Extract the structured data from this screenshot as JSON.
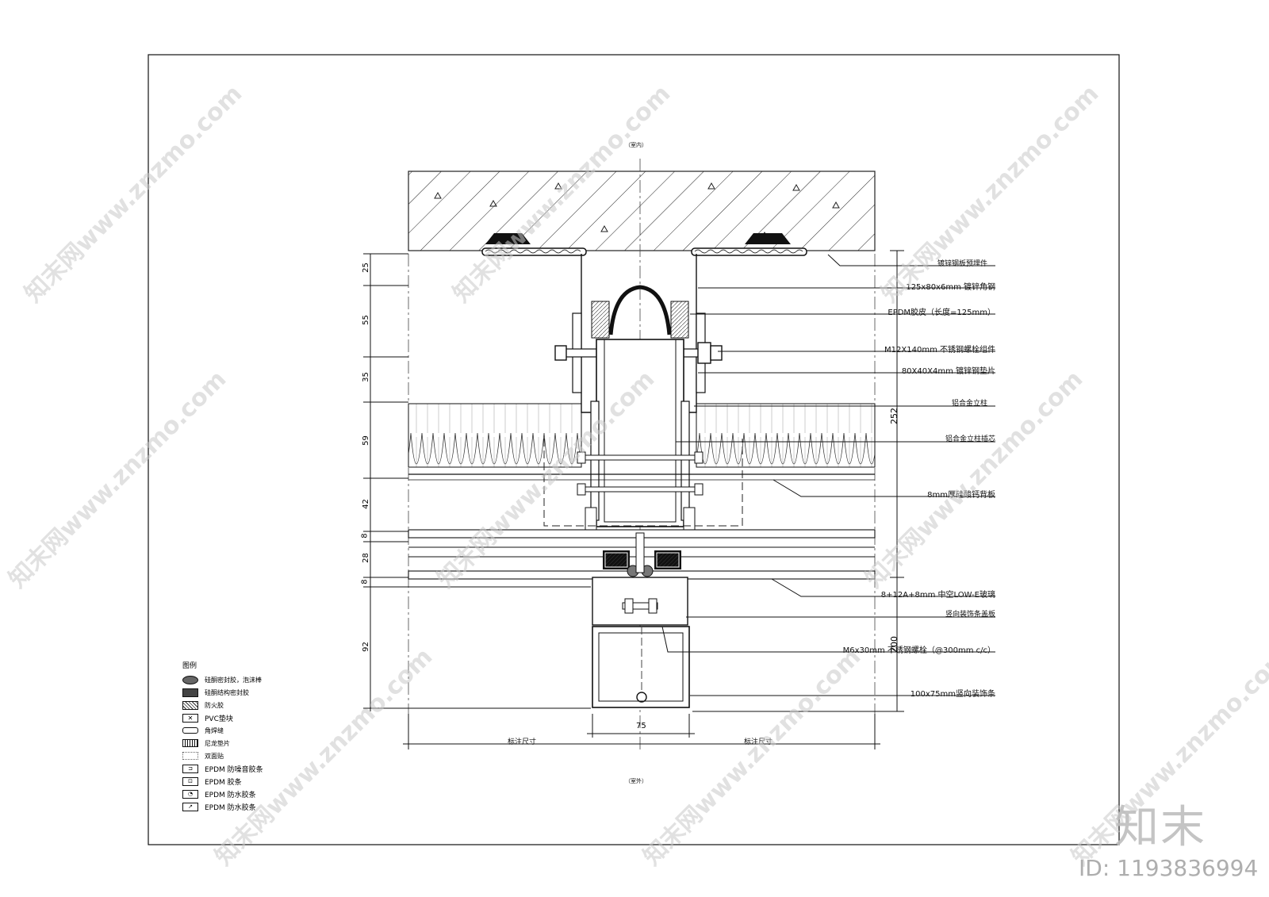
{
  "labels": {
    "indoor": "（室内）",
    "outdoor": "（室外）",
    "dim_note_left": "标注尺寸",
    "dim_note_right": "标注尺寸"
  },
  "callouts": [
    "镀锌钢板预埋件",
    "125x80x6mm 镀锌角钢",
    "EPDM胶皮（长度=125mm）",
    "M12X140mm 不锈钢螺栓组件",
    "80X40X4mm 镀锌钢垫片",
    "铝合金立柱",
    "铝合金立柱插芯",
    "8mm厚硅酸钙背板",
    "8+12A+8mm 中空LOW-E玻璃",
    "竖向装饰条盖板",
    "M6x30mm 不锈钢螺栓（@300mm c/c）",
    "100x75mm竖向装饰条"
  ],
  "dimensions": {
    "left": [
      "25",
      "55",
      "35",
      "59",
      "42",
      "8",
      "28",
      "8",
      "92"
    ],
    "right_upper": "252",
    "right_lower": "200",
    "bottom": "75"
  },
  "legend": {
    "title": "图例",
    "items": [
      {
        "text": "硅酮密封胶，泡沫棒",
        "icon": "foam-rod-icon"
      },
      {
        "text": "硅酮结构密封胶",
        "icon": "structural-sealant-icon"
      },
      {
        "text": "防火胶",
        "icon": "fire-sealant-icon"
      },
      {
        "text": "PVC垫块",
        "icon": "pvc-block-icon"
      },
      {
        "text": "角焊缝",
        "icon": "fillet-weld-icon"
      },
      {
        "text": "尼龙垫片",
        "icon": "nylon-washer-icon"
      },
      {
        "text": "双面贴",
        "icon": "double-tape-icon"
      },
      {
        "text": "EPDM 防噪音胶条",
        "icon": "epdm-noise-strip-icon"
      },
      {
        "text": "EPDM 胶条",
        "icon": "epdm-strip-icon"
      },
      {
        "text": "EPDM 防水胶条",
        "icon": "epdm-waterproof-strip-icon"
      },
      {
        "text": "EPDM 防水胶条",
        "icon": "epdm-waterproof-strip-2-icon"
      }
    ]
  },
  "watermark": {
    "site": "知末网www.znzmo.com",
    "logo": "知末",
    "id": "ID: 1193836994"
  }
}
